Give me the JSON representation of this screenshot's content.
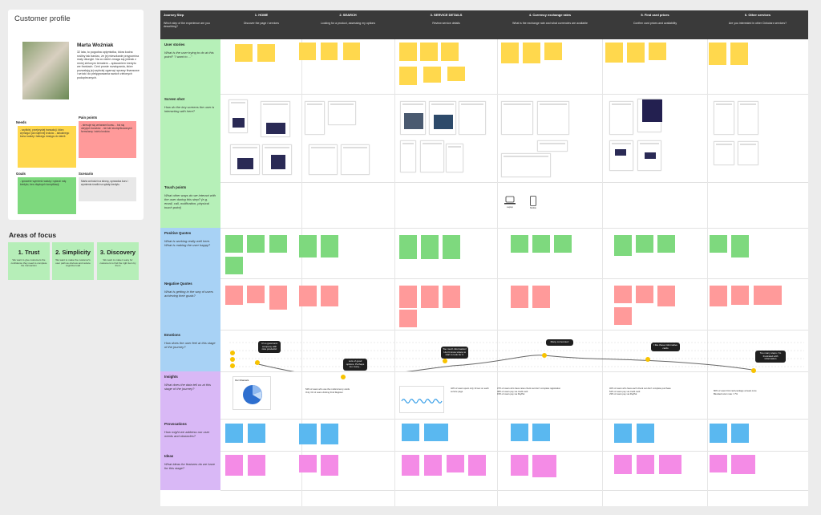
{
  "profile": {
    "title": "Customer profile",
    "name": "Marta Woźniak",
    "bio": "32 lata, to pogodna optymistka, która kocha rośliny tak bardzo, że jej mieszkanie przypomina mały dżungle. Na co dzień zmaga się jednak z mniej zielonym tematem – spłacaniem kredytu we frankach. Ceni proste rozwiązania, które pozwalają jej szybciej ogarnąć sprawy finansowe i wrócić do pielęgnowania swoich zielonych podopiecznych.",
    "needs_label": "Needs",
    "needs_text": "- szybkiej, przejrzystej transakcji, która wymaga i jak najmniej kroków. - aktualnego kursu waluty i łatwego dostępu do tabeli.",
    "pain_label": "Pain points",
    "pain_text": "- stresuje się zmianami kursu. - boi się ukrytych kosztów. - nie lubi skomplikowanych formularzy i wielu kroków.",
    "goals_label": "Goals",
    "goals_text": "- sprawnie wymienić walutę i spłacić ratę kredytu, bez zbędnych komplikacji.",
    "scenario_label": "Scenario",
    "scenario_text": "Marta wchodzi na stronę, sprawdza kurs i wymienia środki na spłatę kredytu."
  },
  "areas_of_focus": {
    "title": "Areas of focus",
    "items": [
      {
        "label": "1. Trust",
        "desc": "We want to give customers the confidence they need to complete the transaction"
      },
      {
        "label": "2. Simplicity",
        "desc": "We want to make the customer's user path as obvious and reduce cognitive load"
      },
      {
        "label": "3. Discovery",
        "desc": "We want to make it easy for customers to find the right item by them"
      }
    ]
  },
  "journey": {
    "header_label": "Journey Step",
    "header_sub": "Which step of the experience are you describing?",
    "steps": [
      {
        "name": "1. HOME",
        "sub": "Discover the page / services"
      },
      {
        "name": "2. SEARCH",
        "sub": "Looking for a product, assessing my options"
      },
      {
        "name": "3. SERVICE DETAILS",
        "sub": "Review service details"
      },
      {
        "name": "4. Currency exchange rates",
        "sub": "What is the exchange rate and what currencies are available"
      },
      {
        "name": "5. Find card prices",
        "sub": "Confirm card prices and availability"
      },
      {
        "name": "6. Other services",
        "sub": "Are you interested in other Cinkciarz services?"
      }
    ],
    "rows": [
      {
        "title": "User stories",
        "desc": "What is the user trying to do at this point? \"I want to ...\""
      },
      {
        "title": "Screen shot",
        "desc": "How do the key screens the user is interacting with here?"
      },
      {
        "title": "Touch points",
        "desc": "What other ways do we interact with the user during this step? (e.g. email, call, notification, physical touch point)"
      },
      {
        "title": "Positive Quotes",
        "desc": "What is working really well here. What is making the user happy?"
      },
      {
        "title": "Negative Quotes",
        "desc": "What is getting in the way of users achieving their goals?"
      },
      {
        "title": "Emotions",
        "desc": "How does the user feel at this stage of the journey?"
      },
      {
        "title": "Insights",
        "desc": "What does the data tell us at this stage of the journey?"
      },
      {
        "title": "Provocations",
        "desc": "How might we address our user needs and obstacles?"
      },
      {
        "title": "Ideas",
        "desc": "What ideas for features do we have for this stage?"
      }
    ],
    "touch_points": [
      "Laptop",
      "Mobile"
    ],
    "bubbles": [
      "It's a good and company with nice products!",
      "Lots of good options. Perhaps too many...",
      "Too much information! I don't know where to start to look for it.",
      "Many currencies!",
      "I like these informative cards",
      "Too many steps. I'm frustrated with information"
    ],
    "insights": [
      "54% of users who use the multicurrency cards\nOnly 1% of users clicking Find Register",
      "42% of users spent only 10 sec on each service page",
      "37% of users who have rates check out don't complete registration\n38% of users pay via credit card\n15% of users pay via PayPal",
      "32% of users who have each check out don't complete purchase\n54% of users pay via credit card\n23% of users pay via PayPal",
      "80% of users find card package at least once\nBlended return rate = 7%"
    ],
    "chart_title": "Our Channels"
  }
}
